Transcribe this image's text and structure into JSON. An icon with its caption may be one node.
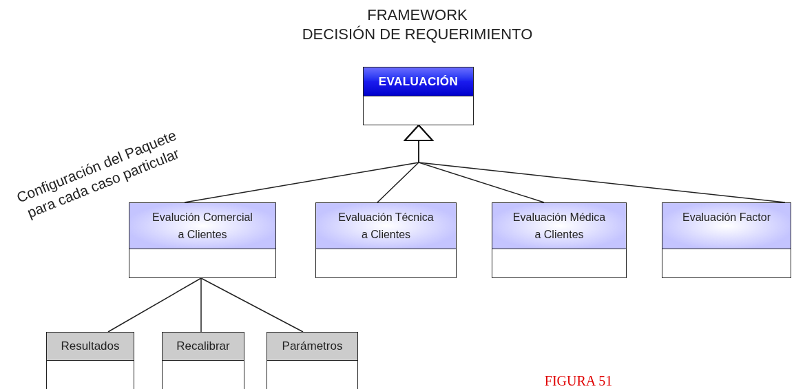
{
  "diagram": {
    "title": "FRAMEWORK",
    "caption": "FIGURA 51",
    "nodes": [
      {
        "text": [
          "EVALUACIÓN"
        ]
      },
      {
        "text": [
          "Evalución Comercial a Clientes"
        ]
      },
      {
        "text": [
          "Evaluación Técnica a Clientes"
        ]
      },
      {
        "text": [
          "Evaluación Médica a Clientes"
        ]
      },
      {
        "text": [
          "Evaluación Factor"
        ]
      },
      {
        "text": [
          "Resultados"
        ]
      },
      {
        "text": [
          "Recalibrar"
        ]
      },
      {
        "text": [
          "Parámetros"
        ]
      }
    ],
    "edges": [
      {
        "from": 1,
        "to": 0,
        "arrow": "to"
      },
      {
        "from": 2,
        "to": 0,
        "arrow": "to"
      },
      {
        "from": 3,
        "to": 0,
        "arrow": "to"
      },
      {
        "from": 4,
        "to": 0,
        "arrow": "to"
      },
      {
        "from": 5,
        "to": 1,
        "arrow": "none"
      },
      {
        "from": 6,
        "to": 1,
        "arrow": "none"
      },
      {
        "from": 7,
        "to": 1,
        "arrow": "none"
      }
    ],
    "labels": [
      "DECISIÓN DE REQUERIMIENTO",
      "Configuración del Paquete para cada caso particular"
    ]
  }
}
